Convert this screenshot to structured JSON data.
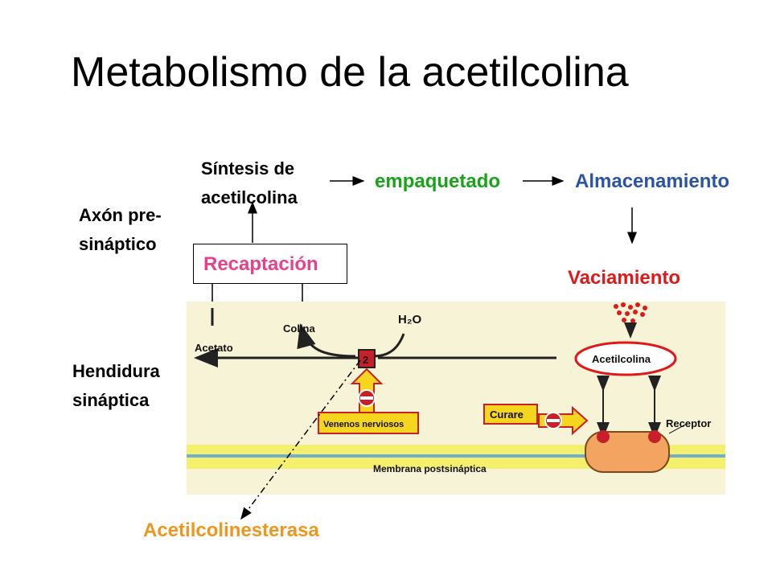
{
  "title": "Metabolismo de la acetilcolina",
  "labels": {
    "axon_line1": "Axón pre-",
    "axon_line2": "sináptico",
    "synthesis_line1": "Síntesis de",
    "synthesis_line2": "acetilcolina",
    "packaging": "empaquetado",
    "storage": "Almacenamiento",
    "reuptake": "Recaptación",
    "release": "Vaciamiento",
    "cleft_line1": "Hendidura",
    "cleft_line2": "sináptica",
    "enzyme": "Acetilcolinesterasa"
  },
  "inset": {
    "choline": "Colina",
    "water": "H₂O",
    "acetate": "Acetato",
    "enzyme_number": "2",
    "nerve_poisons": "Venenos nerviosos",
    "curare": "Curare",
    "acetylcholine": "Acetilcolina",
    "receptor": "Receptor",
    "postsynaptic_membrane": "Membrana postsináptica"
  },
  "colors": {
    "packaging": "#19a319",
    "storage": "#2b54a8",
    "reuptake": "#e8418c",
    "release": "#e01818",
    "enzyme": "#f0961e",
    "inset_bg": "#f7f3d6",
    "membrane_yellow": "#f5ef6e",
    "membrane_blue": "#6fb0d2",
    "receptor_fill": "#f2a460"
  }
}
